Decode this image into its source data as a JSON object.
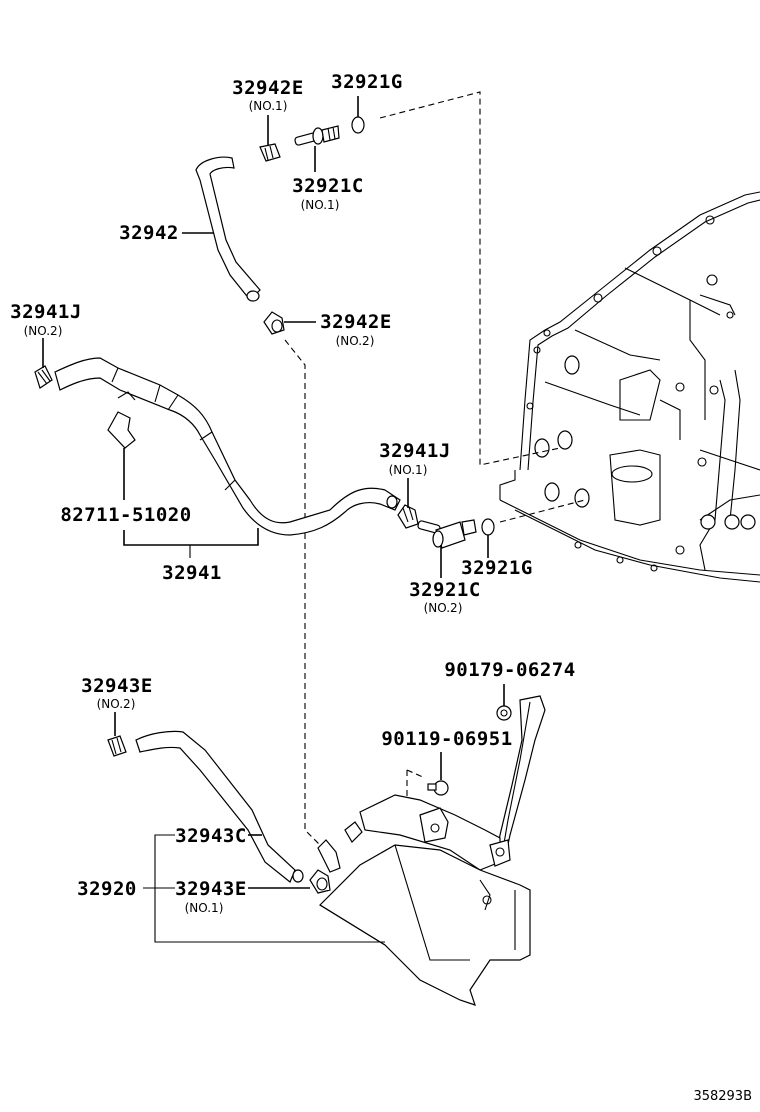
{
  "diagram": {
    "reference_code": "358293B",
    "callouts": {
      "c_32942E_no1": {
        "part": "32942E",
        "variant": "(NO.1)"
      },
      "c_32921G_top": {
        "part": "32921G"
      },
      "c_32921C_no1": {
        "part": "32921C",
        "variant": "(NO.1)"
      },
      "c_32942": {
        "part": "32942"
      },
      "c_32941J_no2": {
        "part": "32941J",
        "variant": "(NO.2)"
      },
      "c_32942E_no2": {
        "part": "32942E",
        "variant": "(NO.2)"
      },
      "c_32941J_no1": {
        "part": "32941J",
        "variant": "(NO.1)"
      },
      "c_82711": {
        "part": "82711-51020"
      },
      "c_32941": {
        "part": "32941"
      },
      "c_32921G_mid": {
        "part": "32921G"
      },
      "c_32921C_no2": {
        "part": "32921C",
        "variant": "(NO.2)"
      },
      "c_32943E_no2": {
        "part": "32943E",
        "variant": "(NO.2)"
      },
      "c_90179": {
        "part": "90179-06274"
      },
      "c_90119": {
        "part": "90119-06951"
      },
      "c_32943C": {
        "part": "32943C"
      },
      "c_32920": {
        "part": "32920"
      },
      "c_32943E_no1": {
        "part": "32943E",
        "variant": "(NO.1)"
      }
    }
  }
}
